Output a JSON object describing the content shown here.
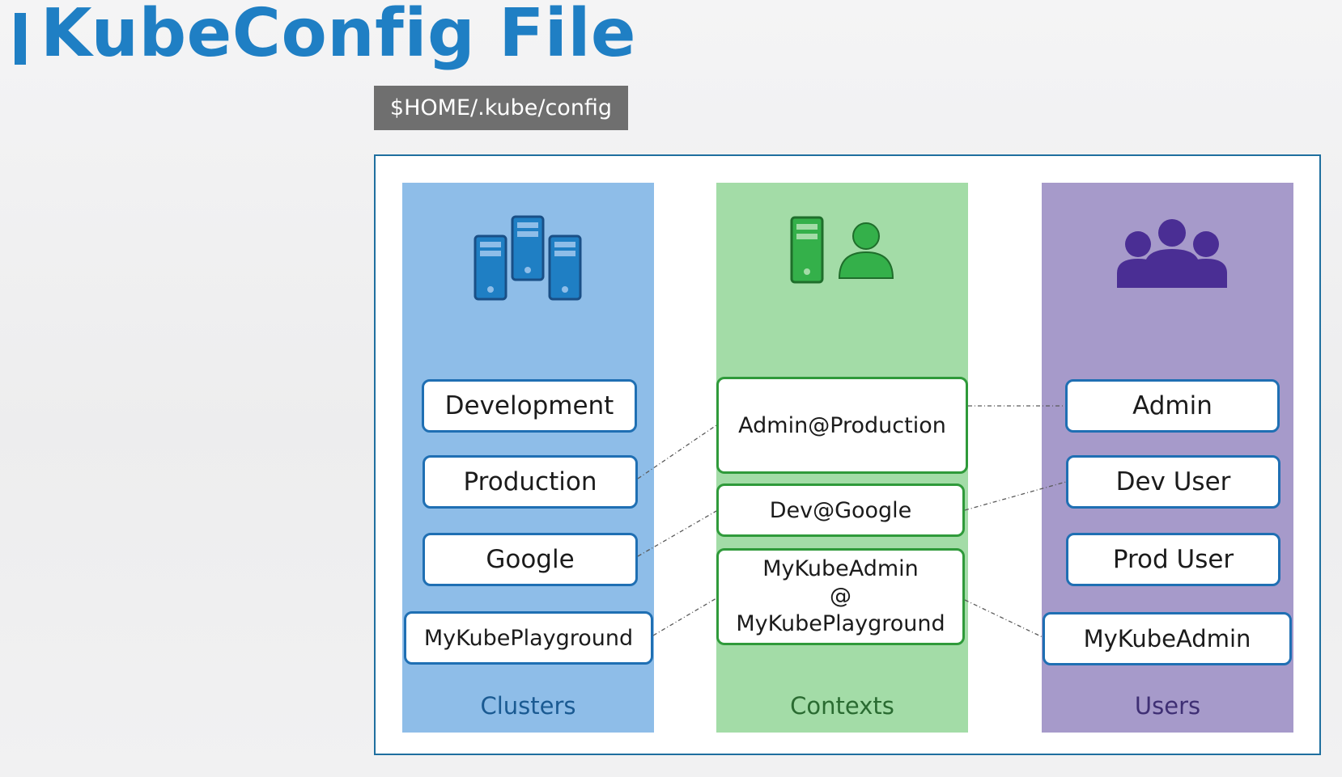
{
  "header": {
    "title": "KubeConfig File",
    "config_path": "$HOME/.kube/config"
  },
  "columns": {
    "clusters": {
      "label": "Clusters",
      "icon": "server-cluster-icon",
      "items": [
        "Development",
        "Production",
        "Google",
        "MyKubePlayground"
      ]
    },
    "contexts": {
      "label": "Contexts",
      "icon": "server-user-icon",
      "items": [
        "Admin@Production",
        "Dev@Google"
      ],
      "multiline_item": [
        "MyKubeAdmin",
        "@",
        "MyKubePlayground"
      ]
    },
    "users": {
      "label": "Users",
      "icon": "users-group-icon",
      "items": [
        "Admin",
        "Dev User",
        "Prod User",
        "MyKubeAdmin"
      ]
    }
  },
  "links": [
    {
      "from": "Production",
      "to": "Admin@Production"
    },
    {
      "from": "Google",
      "to": "Dev@Google"
    },
    {
      "from": "MyKubePlayground",
      "to": "MyKubeAdmin@MyKubePlayground"
    },
    {
      "from": "Admin@Production",
      "to": "Admin"
    },
    {
      "from": "Dev@Google",
      "to": "Dev User"
    },
    {
      "from": "MyKubeAdmin@MyKubePlayground",
      "to": "MyKubeAdmin"
    }
  ],
  "colors": {
    "accent": "#1f7fc4",
    "clusters_bg": "#8ebde8",
    "contexts_bg": "#a3dca7",
    "users_bg": "#a69aca",
    "cluster_border": "#1f6fb3",
    "context_border": "#2f9a3a"
  }
}
